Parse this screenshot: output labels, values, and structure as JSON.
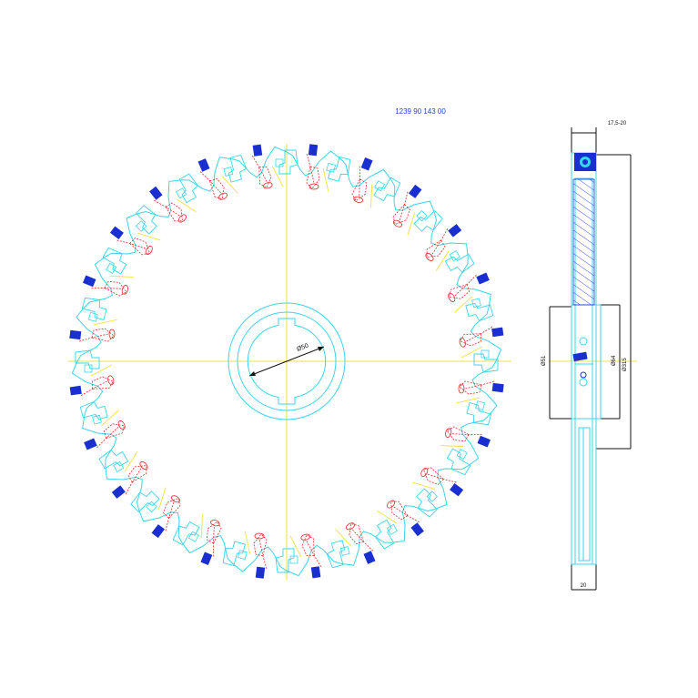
{
  "drawing": {
    "part_number": "1239 90 143 00",
    "bore_label": "Ø50",
    "width_top_label": "17,5-20",
    "width_bottom_label": "20",
    "dim_left_label": "Ø51",
    "dim_mid_label": "Ø64",
    "dim_right_label": "Ø315",
    "tooth_count": 24
  },
  "colors": {
    "outline": "#38d6e8",
    "centerline": "#f2e23c",
    "red_detail": "#e4282a",
    "insert_blue": "#1a2fd0",
    "hatch_blue": "#3a55e0",
    "dimension": "#111111",
    "label_blue": "#2244cc"
  }
}
